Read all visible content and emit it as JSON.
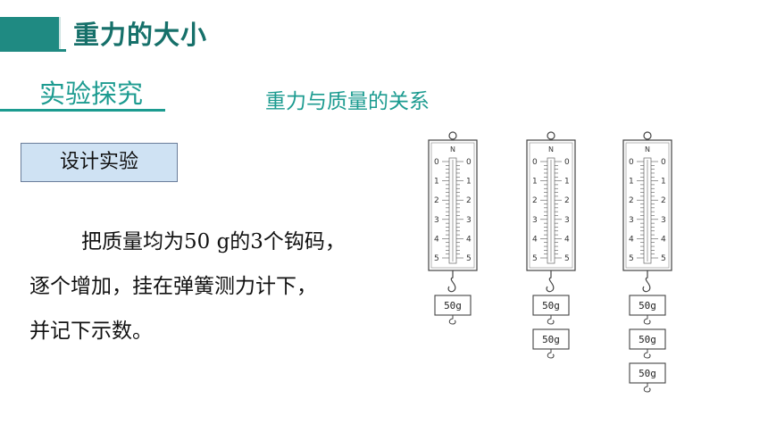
{
  "header": {
    "title": "重力的大小"
  },
  "section": {
    "label": "实验探究",
    "subtitle": "重力与质量的关系"
  },
  "design_box": {
    "label": "设计实验"
  },
  "body": {
    "lines": [
      "把质量均为50 g的3个钩码，",
      "逐个增加，挂在弹簧测力计下，",
      "并记下示数。"
    ]
  },
  "figure": {
    "unit_label": "N",
    "scale_ticks": [
      "0",
      "1",
      "2",
      "3",
      "4",
      "5"
    ],
    "weight_label": "50g",
    "scales": [
      {
        "weights": 1
      },
      {
        "weights": 2
      },
      {
        "weights": 3
      }
    ]
  },
  "colors": {
    "accent": "#1c9b90",
    "title": "#16706a",
    "box_fill": "#cfe2f3"
  }
}
